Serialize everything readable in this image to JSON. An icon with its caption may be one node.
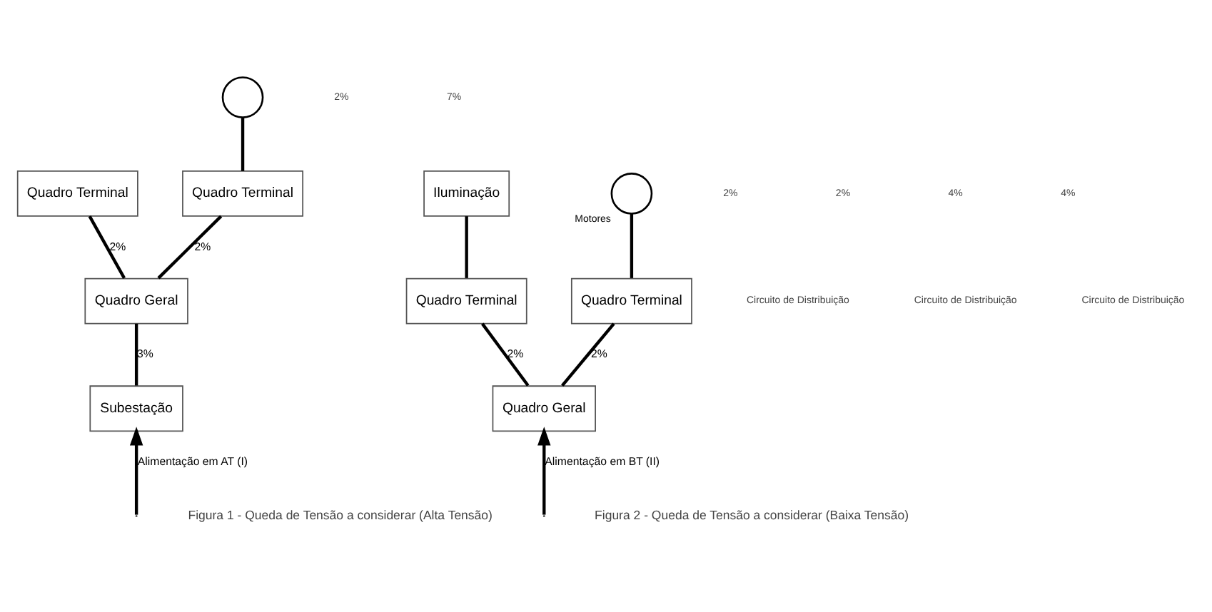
{
  "diagram": {
    "nodes": [
      {
        "text": [
          "Quadro Terminal"
        ]
      },
      {
        "text": [
          "Quadro Terminal"
        ]
      },
      {
        "text": [],
        "shape": "circle"
      },
      {
        "text": [
          "Quadro Geral"
        ]
      },
      {
        "text": [
          "Subestação"
        ]
      },
      {
        "text": [
          "Iluminação"
        ]
      },
      {
        "text": [
          "Quadro Terminal"
        ]
      },
      {
        "text": [
          "Quadro Terminal"
        ]
      },
      {
        "text": [],
        "shape": "circle",
        "beside": [
          "Motores"
        ]
      },
      {
        "text": [
          "Quadro Geral"
        ]
      }
    ],
    "edges": [
      {
        "from": null,
        "to": 4,
        "arrow": "to",
        "label": "Alimentação em AT (I)"
      },
      {
        "from": 4,
        "to": 3,
        "arrow": "none",
        "label": "3%"
      },
      {
        "from": 3,
        "to": 0,
        "arrow": "none",
        "label": "2%"
      },
      {
        "from": 3,
        "to": 1,
        "arrow": "none",
        "label": "2%"
      },
      {
        "from": 1,
        "to": 2,
        "arrow": "none"
      },
      {
        "from": null,
        "to": 9,
        "arrow": "to",
        "label": "Alimentação em BT (II)"
      },
      {
        "from": 9,
        "to": 6,
        "arrow": "none",
        "label": "2%"
      },
      {
        "from": 9,
        "to": 7,
        "arrow": "none",
        "label": "2%"
      },
      {
        "from": 6,
        "to": 5,
        "arrow": "none"
      },
      {
        "from": 7,
        "to": 8,
        "arrow": "none"
      }
    ],
    "labels": [
      "2%",
      "7%",
      "Circuito de Distribuição",
      "2%",
      "2%",
      "4%",
      "Circuito de Distribuição",
      "Circuito de Distribuição",
      "4%",
      "Figura 1 - Queda de Tensão a considerar (Alta Tensão)",
      "Figura 2 - Queda de Tensão a considerar (Baixa Tensão)"
    ]
  }
}
